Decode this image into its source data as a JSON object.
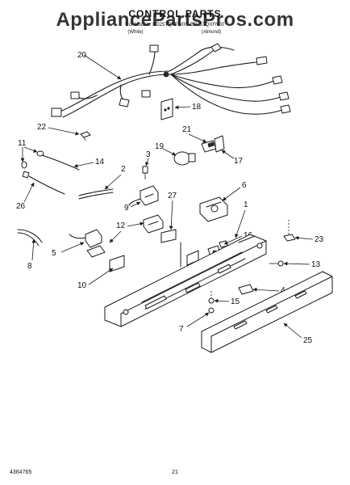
{
  "watermark": "AppliancePartsPros.com",
  "title": "CONTROL PARTS",
  "subtitle": "For Models: ED25TQXFW00, ED25TQXFN00",
  "color_left": "(White)",
  "color_right": "(Almond)",
  "callouts": {
    "c1": "1",
    "c2": "2",
    "c3": "3",
    "c4": "4",
    "c5": "5",
    "c6": "6",
    "c7": "7",
    "c8": "8",
    "c9": "9",
    "c10": "10",
    "c11": "11",
    "c12": "12",
    "c13": "13",
    "c14": "14",
    "c15": "15",
    "c16": "16",
    "c17": "17",
    "c18": "18",
    "c19": "19",
    "c20": "20",
    "c21": "21",
    "c22": "22",
    "c23": "23",
    "c25": "25",
    "c26": "26",
    "c27": "27"
  },
  "footer": {
    "doc_number": "4364765",
    "page_number": "21"
  }
}
